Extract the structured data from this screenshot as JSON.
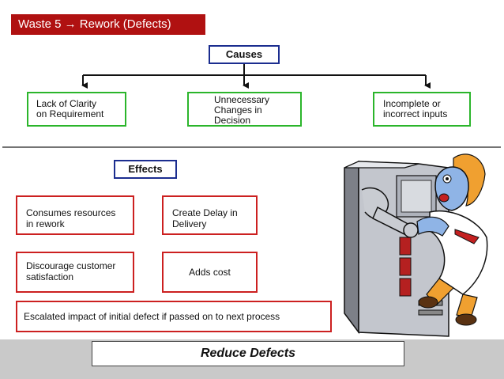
{
  "title": "Waste 5 → Rework (Defects)",
  "causes": {
    "heading": "Causes",
    "items": [
      "Lack of Clarity\non Requirement",
      "Unnecessary\nChanges in\nDecision",
      "Incomplete or\nincorrect inputs"
    ]
  },
  "effects": {
    "heading": "Effects",
    "items": [
      "Consumes resources\nin rework",
      "Create Delay in\nDelivery",
      "Discourage customer\nsatisfaction",
      "Adds cost",
      "Escalated impact of initial defect if passed on to next process"
    ]
  },
  "footer": {
    "label": "Reduce Defects"
  },
  "illustration": {
    "icon": "computer-grabbing-man-clipart-icon"
  },
  "colors": {
    "title_bg": "#b01111",
    "header_border": "#1b2d8f",
    "cause_border": "#2bb52b",
    "effect_border": "#cc2020",
    "footer_band": "#c9c9c9"
  }
}
